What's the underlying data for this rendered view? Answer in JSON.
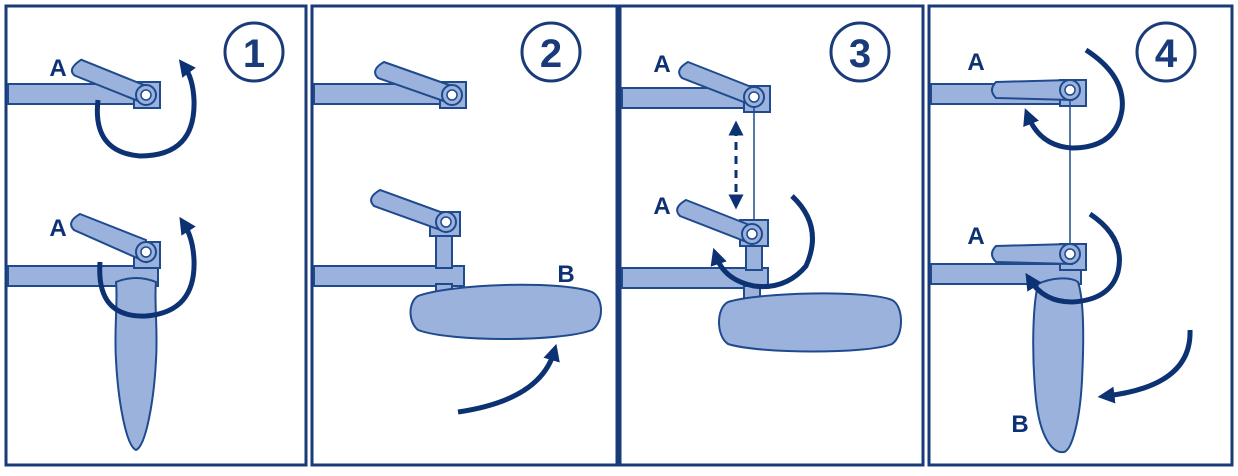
{
  "diagram": {
    "panels": [
      {
        "number": "1",
        "labels": [
          "A",
          "A"
        ]
      },
      {
        "number": "2",
        "labels": [
          "B"
        ]
      },
      {
        "number": "3",
        "labels": [
          "A",
          "A"
        ]
      },
      {
        "number": "4",
        "labels": [
          "A",
          "A",
          "B"
        ]
      }
    ]
  },
  "colors": {
    "frame": "#1a3b7a",
    "fill": "#9bb3dc",
    "stroke": "#1f4a8e",
    "arrow": "#0d3273"
  }
}
